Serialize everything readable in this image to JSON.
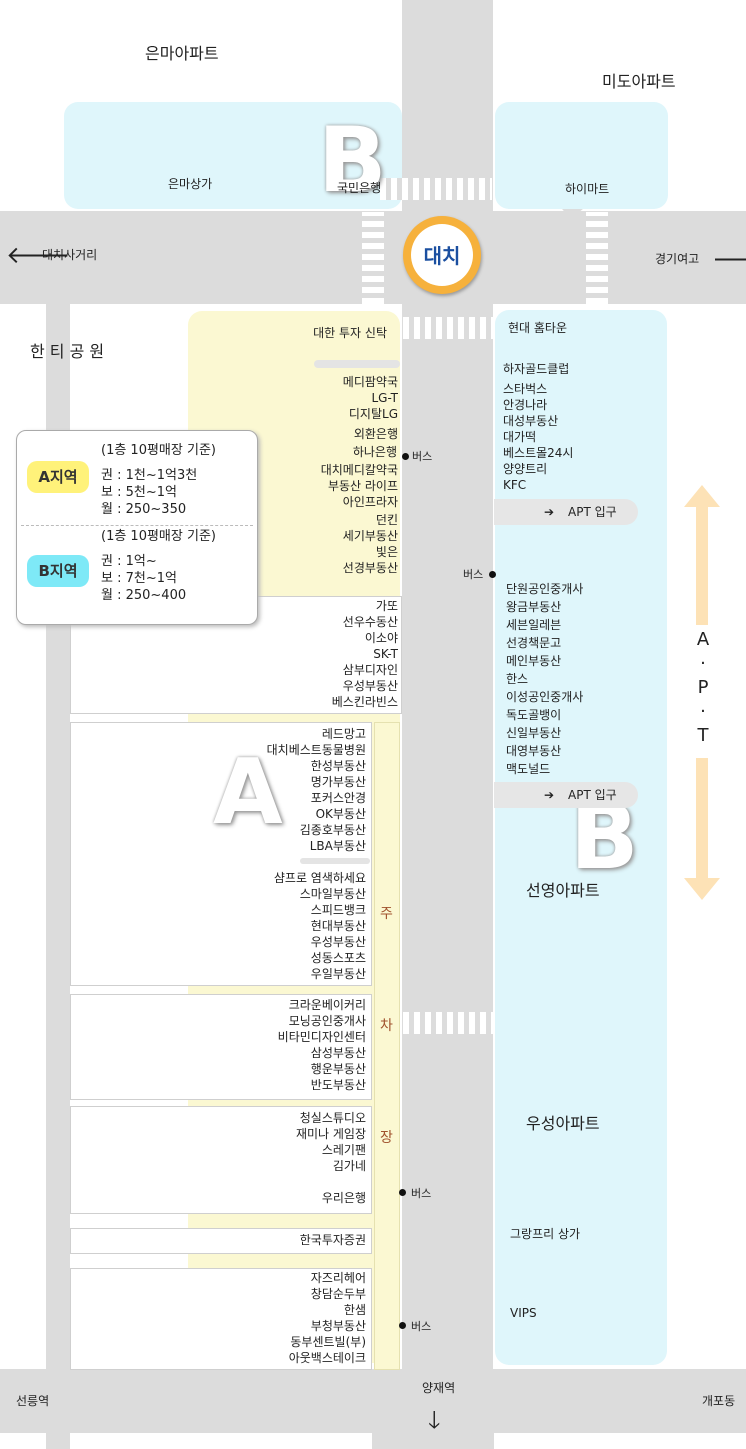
{
  "top": {
    "apt_left": "은마아파트",
    "apt_right": "미도아파트",
    "mall_left": "은마상가",
    "bank": "국민은행",
    "mart": "하이마트"
  },
  "zone_labels": {
    "b_top": "B",
    "a_main": "A",
    "b_bottom": "B"
  },
  "station": {
    "name": "대치"
  },
  "roads": {
    "west_label": "대치사거리",
    "east_label": "경기여고",
    "south_center": "양재역",
    "south_west": "선릉역",
    "south_east": "개포동"
  },
  "park": "한 티 공 원",
  "bus": "버스",
  "apt_entry": "APT 입구",
  "apt_vertical": [
    "A",
    "·",
    "P",
    "·",
    "T"
  ],
  "parking": [
    "주",
    "차",
    "장"
  ],
  "west_group1": [
    "대한 투자 신탁"
  ],
  "west_group2": [
    "메디팜약국",
    "LG-T",
    "디지탈LG",
    "외환은행",
    "하나은행",
    "대치메디칼약국",
    "부동산 라이프",
    "아인프라자",
    "던킨",
    "세기부동산",
    "빛은",
    "선경부동산"
  ],
  "west_group3": [
    "가또",
    "선우수동산",
    "이소야",
    "SK-T",
    "삼부디자인",
    "우성부동산",
    "베스킨라빈스"
  ],
  "west_group4": [
    "레드망고",
    "대치베스트동물병원",
    "한성부동산",
    "명가부동산",
    "포커스안경",
    "OK부동산",
    "김종호부동산",
    "LBA부동산"
  ],
  "west_group5": [
    "샴프로 염색하세요",
    "스마일부동산",
    "스피드뱅크",
    "현대부동산",
    "우성부동산",
    "성동스포츠",
    "우일부동산"
  ],
  "west_group6": [
    "크라운베이커리",
    "모닝공인중개사",
    "비타민디자인센터",
    "삼성부동산",
    "행운부동산",
    "반도부동산"
  ],
  "west_group7": [
    "청실스튜디오",
    "재미나 게임장",
    "스레기팬",
    "김가네",
    "",
    "우리은행"
  ],
  "west_group8": [
    "한국투자증권"
  ],
  "west_group9": [
    "자즈리헤어",
    "창담순두부",
    "한샘",
    "부청부동산",
    "동부센트빌(부)",
    "아웃백스테이크"
  ],
  "east_top": "현대 홈타운",
  "east_group1": [
    "하자골드클럽",
    "스타벅스",
    "안경나라",
    "대성부동산",
    "대가떡",
    "베스트몰24시",
    "양양트리",
    "KFC"
  ],
  "east_group2": [
    "단원공인중개사",
    "왕금부동산",
    "세븐일레븐",
    "선경책문고",
    "메인부동산",
    "한스",
    "이성공인중개사",
    "독도골뱅이",
    "신일부동산",
    "대영부동산",
    "맥도널드"
  ],
  "east_apts": {
    "seonyoung": "선영아파트",
    "woosung": "우성아파트",
    "grandprix": "그랑프리 상가",
    "vips": "VIPS"
  },
  "legend": {
    "a": {
      "badge": "A지역",
      "basis": "(1층 10평매장 기준)",
      "lines": [
        "권 : 1천~1억3천",
        "보 : 5천~1억",
        "월 : 250~350"
      ],
      "color": "#fff27a"
    },
    "b": {
      "badge": "B지역",
      "basis": "(1층 10평매장 기준)",
      "lines": [
        "권 : 1억~",
        "보 : 7천~1억",
        "월 : 250~400"
      ],
      "color": "#7ee9f7"
    }
  },
  "colors": {
    "road": "#dcdcdc",
    "blue_zone": "#dff6fb",
    "yellow_zone": "#fbf8d2",
    "apt_arrow": "#fde2b6",
    "station_ring": "#f6b13c",
    "station_text": "#1b4fa0"
  }
}
